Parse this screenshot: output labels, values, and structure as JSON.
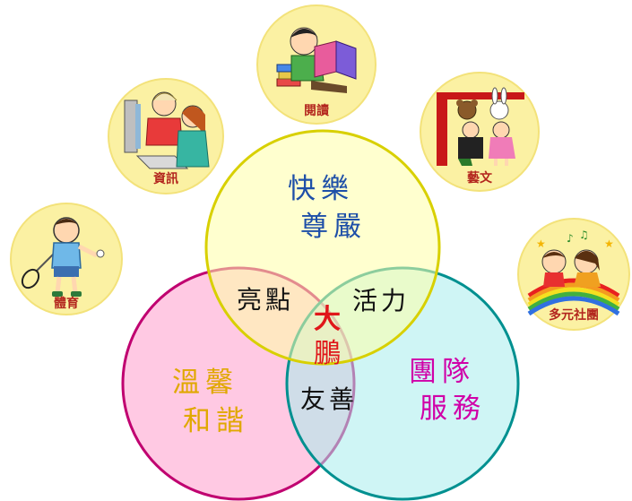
{
  "colors": {
    "top_circle_fill": "#ffffa8",
    "top_circle_stroke": "#d8d000",
    "left_circle_fill": "#ff9ccc",
    "left_circle_stroke": "#c00070",
    "right_circle_fill": "#a8ecec",
    "right_circle_stroke": "#009090",
    "badge_fill": "#fbf1a3",
    "text_dark": "#111111",
    "text_red": "#e0161a",
    "text_gold": "#e0a800",
    "text_magenta": "#d000a8",
    "text_blue": "#1e4fa8"
  },
  "diagram": {
    "top_circle": {
      "line1": "快樂",
      "line2": "尊嚴"
    },
    "left_circle": {
      "line1": "溫馨",
      "line2": "和諧"
    },
    "right_circle": {
      "line1": "團隊",
      "line2": "服務"
    },
    "overlap_top_left": "亮點",
    "overlap_top_right": "活力",
    "overlap_left_right": "友善",
    "center": {
      "line1": "大",
      "line2": "鵬"
    }
  },
  "badges": [
    {
      "label": "體育",
      "icon": "badminton-boy-icon"
    },
    {
      "label": "資訊",
      "icon": "computer-kids-icon"
    },
    {
      "label": "閱讀",
      "icon": "reading-boy-icon"
    },
    {
      "label": "藝文",
      "icon": "puppet-show-icon"
    },
    {
      "label": "多元社團",
      "icon": "rainbow-kids-icon"
    }
  ]
}
